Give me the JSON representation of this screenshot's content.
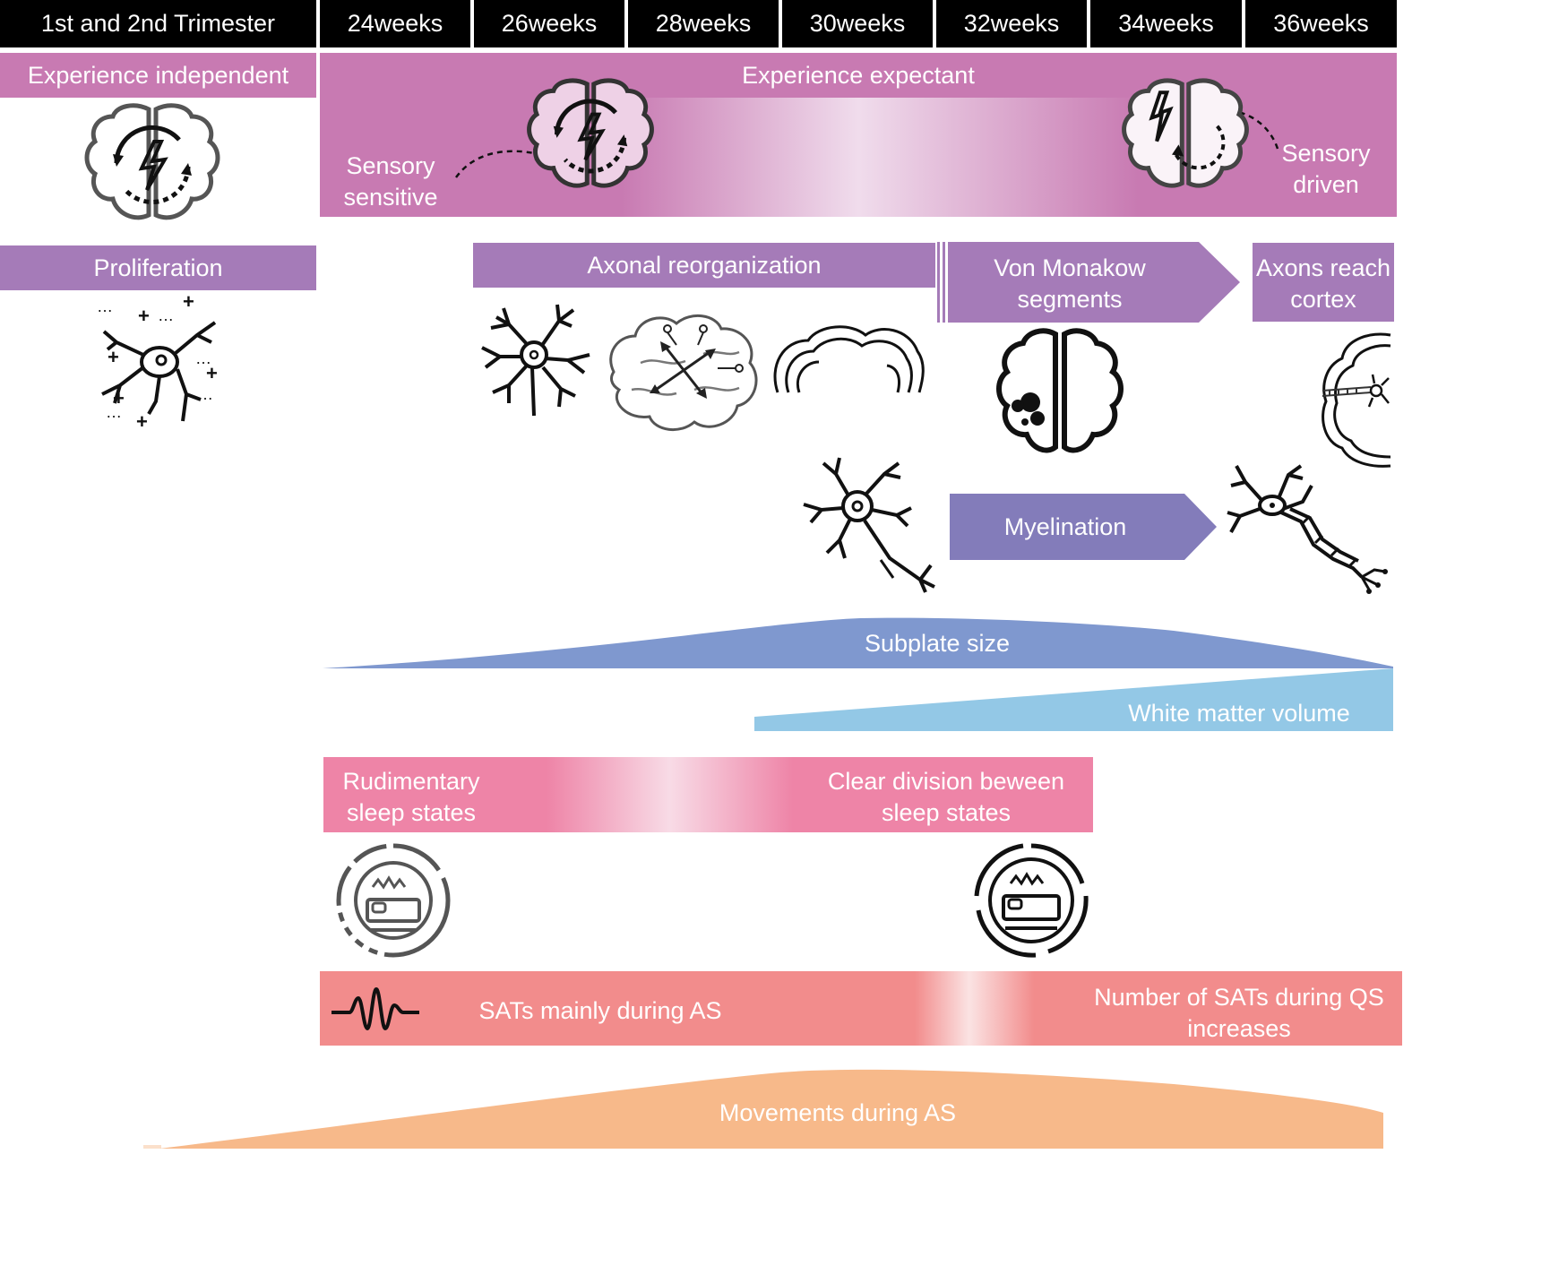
{
  "header": {
    "cells": [
      "1st and 2nd Trimester",
      "24weeks",
      "26weeks",
      "28weeks",
      "30weeks",
      "32weeks",
      "34weeks",
      "36weeks"
    ]
  },
  "experience_independent": {
    "label": "Experience independent"
  },
  "experience_expectant": {
    "label": "Experience expectant",
    "left_label": [
      "Sensory",
      "sensitive"
    ],
    "right_label": [
      "Sensory",
      "driven"
    ]
  },
  "proliferation": {
    "label": "Proliferation"
  },
  "axonal_reorganization": {
    "label": "Axonal reorganization"
  },
  "von_monakow": {
    "label": [
      "Von Monakow",
      "segments"
    ]
  },
  "axons_reach": {
    "label": [
      "Axons reach",
      "cortex"
    ]
  },
  "myelination": {
    "label": "Myelination"
  },
  "subplate": {
    "label": "Subplate size"
  },
  "white_matter": {
    "label": "White matter volume"
  },
  "sleep": {
    "left_label": [
      "Rudimentary",
      "sleep states"
    ],
    "right_label": [
      "Clear division beween",
      "sleep states"
    ]
  },
  "sats": {
    "left_label": "SATs mainly during AS",
    "right_label": [
      "Number of SATs during QS",
      "increases"
    ]
  },
  "movements": {
    "label": "Movements during AS"
  },
  "colors": {
    "header_bg": "#000000",
    "experience": "#c87ab2",
    "purple_band": "#a57bb8",
    "myelination": "#837cba",
    "subplate": "#7f98cf",
    "white_matter": "#93c8e6",
    "sleep": "#ee84a7",
    "sats": "#f28c8c",
    "movements": "#f7b98a"
  },
  "icons": [
    "brain-lightning-cycle-icon",
    "neuron-proliferation-icon",
    "dendrite-neuron-icon",
    "brain-connections-icon",
    "cortex-folds-icon",
    "brain-segments-icon",
    "axon-to-cortex-icon",
    "neuron-icon",
    "myelinated-neuron-icon",
    "sleep-cycle-icon",
    "eeg-wave-icon"
  ]
}
